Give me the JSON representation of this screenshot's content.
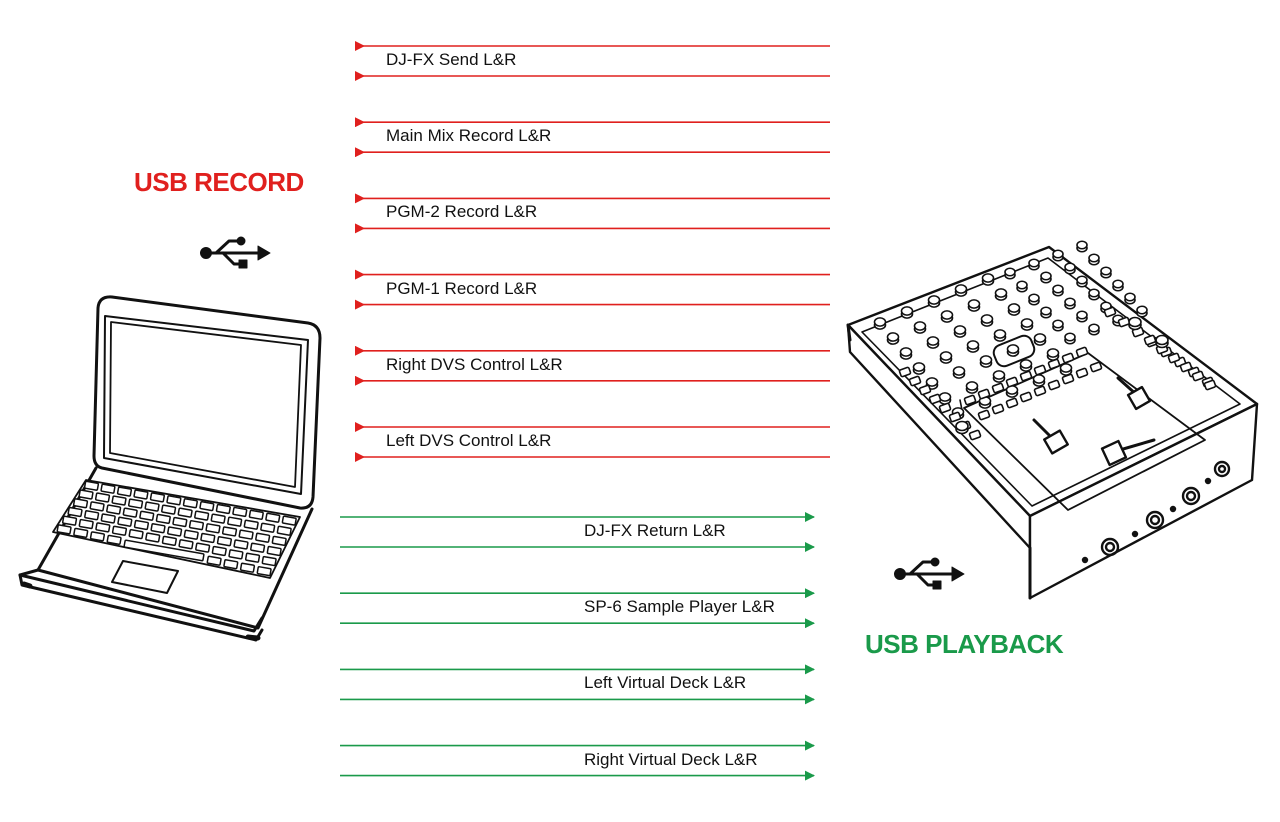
{
  "record": {
    "title": "USB RECORD",
    "color": "#e0201e",
    "channels": [
      {
        "label": "DJ-FX Send L&R"
      },
      {
        "label": "Main Mix Record L&R"
      },
      {
        "label": "PGM-2 Record L&R"
      },
      {
        "label": "PGM-1 Record L&R"
      },
      {
        "label": "Right DVS Control L&R"
      },
      {
        "label": "Left DVS Control L&R"
      }
    ]
  },
  "playback": {
    "title": "USB PLAYBACK",
    "color": "#1a9a4a",
    "channels": [
      {
        "label": "DJ-FX Return L&R"
      },
      {
        "label": "SP-6 Sample Player L&R"
      },
      {
        "label": "Left Virtual Deck L&R"
      },
      {
        "label": "Right Virtual Deck L&R"
      }
    ]
  },
  "icons": {
    "computer": "laptop-icon",
    "mixer": "dj-mixer-icon",
    "usb": "usb-icon"
  }
}
